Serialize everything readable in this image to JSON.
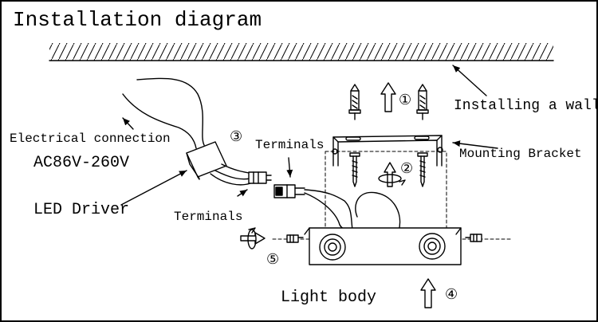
{
  "title": "Installation diagram",
  "labels": {
    "installing_wall": "Installing a wall",
    "electrical_connection": "Electrical connection",
    "voltage": "AC86V-260V",
    "led_driver": "LED Driver",
    "terminals_left": "Terminals",
    "terminals_top": "Terminals",
    "mounting_bracket": "Mounting Bracket",
    "light_body": "Light body"
  },
  "steps": {
    "step1": "①",
    "step2": "②",
    "step3": "③",
    "step4": "④",
    "step5": "⑤"
  }
}
